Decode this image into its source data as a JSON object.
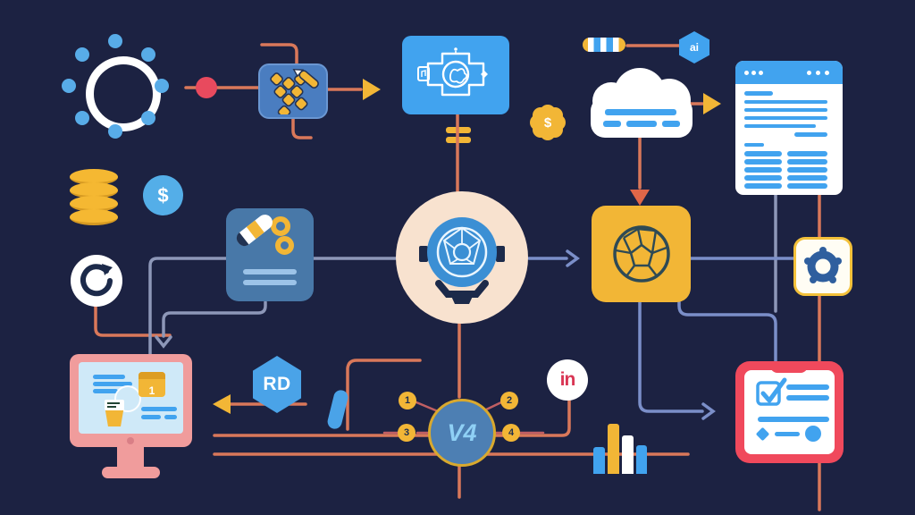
{
  "scene": {
    "background": "#1c2242",
    "description": "Dark navy flowchart illustration of connected workflow icon nodes"
  },
  "palette": {
    "background": "#1c2242",
    "blue_bright": "#41a3ef",
    "blue_steel": "#4878a8",
    "blue_card": "#4a7dc0",
    "navy_icon": "#1c2a4a",
    "gold": "#f2b636",
    "orange_connector": "#d9785a",
    "gray_connector": "#8d97b8",
    "periwinkle_connector": "#7b8fc9",
    "red_accent": "#e84a5e",
    "clipboard_red": "#f0495c",
    "monitor_pink": "#f09c9c",
    "cream": "#f8e2cf",
    "white": "#ffffff"
  },
  "labels": {
    "dollar_seal": "$",
    "dollar_coin": "$",
    "ai_hexagon": "ai",
    "rd_hexagon": "RD",
    "linkedin": "in",
    "version_core": "V4",
    "calendar_day": "1"
  },
  "steps": [
    {
      "label": "1"
    },
    {
      "label": "2"
    },
    {
      "label": "3"
    },
    {
      "label": "4"
    }
  ],
  "icons": [
    "loader-dots-icon",
    "red-dot",
    "puzzle-pen-icon",
    "ai-chip-icon",
    "dollar-seal-badge",
    "stripe-pill",
    "ai-hexagon-badge",
    "cloud-icon",
    "browser-window-icon",
    "coin-stack-icon",
    "dollar-coin-badge",
    "tools-icon",
    "refresh-icon",
    "globe-core-icon",
    "brain-web-icon",
    "gear-icon",
    "monitor-icon",
    "rd-hexagon-badge",
    "pen-capsule",
    "version-hub-icon",
    "step-dots",
    "linkedin-badge",
    "bar-chart-icon",
    "checklist-clipboard-icon"
  ]
}
